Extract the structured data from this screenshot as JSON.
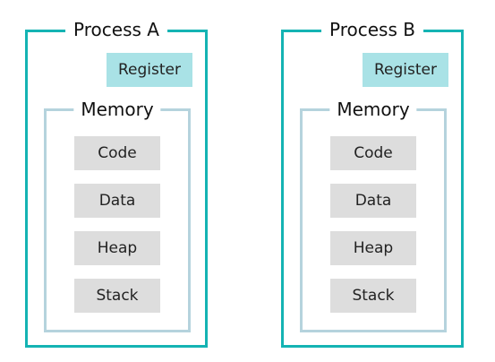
{
  "process_a": {
    "title": "Process A",
    "register": "Register",
    "memory": {
      "title": "Memory",
      "segments": [
        "Code",
        "Data",
        "Heap",
        "Stack"
      ]
    }
  },
  "process_b": {
    "title": "Process B",
    "register": "Register",
    "memory": {
      "title": "Memory",
      "segments": [
        "Code",
        "Data",
        "Heap",
        "Stack"
      ]
    }
  },
  "colors": {
    "process_border": "#14b3b3",
    "memory_border": "#b5d3dd",
    "register_fill": "#a9e2e6",
    "segment_fill": "#dddddd"
  }
}
